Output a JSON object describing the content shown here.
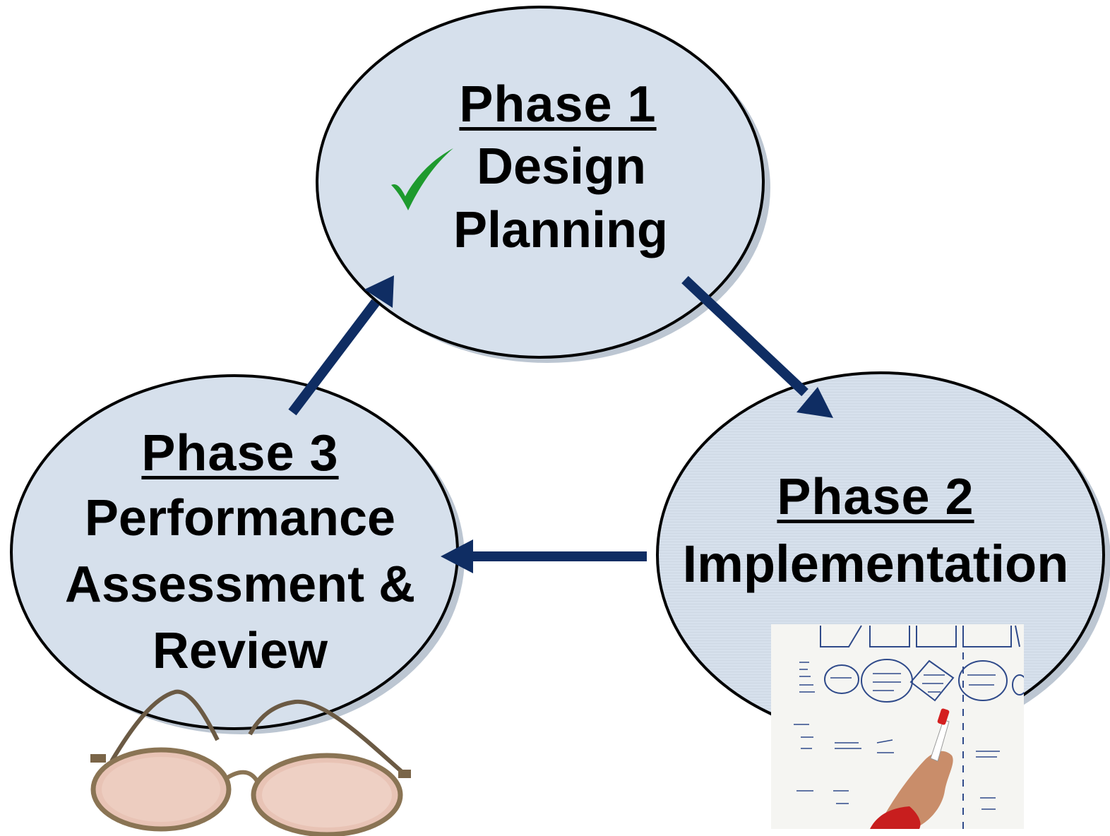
{
  "colors": {
    "ellipse_fill": "#d6e0ec",
    "ellipse_stroke": "#000000",
    "ellipse_shadow": "#b9c3cf",
    "arrow": "#0f2d63",
    "check": "#1e9a2e",
    "text": "#000000"
  },
  "phases": [
    {
      "title": "Phase 1",
      "lines": [
        "Design",
        "Planning"
      ],
      "icon": "checkmark-icon"
    },
    {
      "title": "Phase 2",
      "lines": [
        "Implementation"
      ],
      "image": "whiteboard-presentation-photo"
    },
    {
      "title": "Phase 3",
      "lines": [
        "Performance",
        "Assessment &",
        "Review"
      ],
      "image": "eyeglasses-photo"
    }
  ],
  "arrows": [
    {
      "from": "Phase 1",
      "to": "Phase 2"
    },
    {
      "from": "Phase 2",
      "to": "Phase 3"
    },
    {
      "from": "Phase 3",
      "to": "Phase 1"
    }
  ]
}
